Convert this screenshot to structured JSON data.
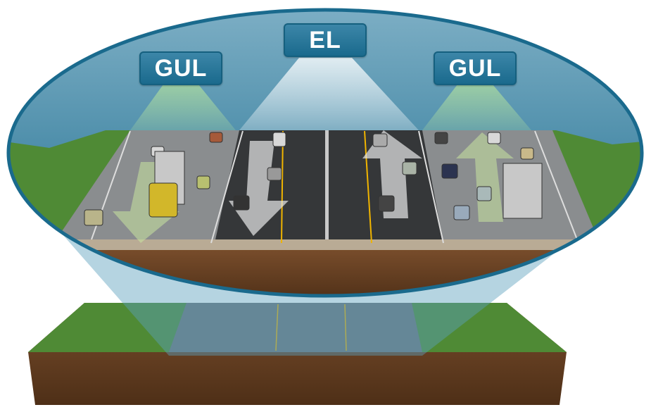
{
  "labels": {
    "left": "GUL",
    "center": "EL",
    "right": "GUL"
  },
  "colors": {
    "lens_blue": "#1a6a8d",
    "grass": "#4e8a34",
    "soil": "#6b4426",
    "asphalt": "#3a3a3a",
    "lane_yellow": "#f0b400"
  }
}
